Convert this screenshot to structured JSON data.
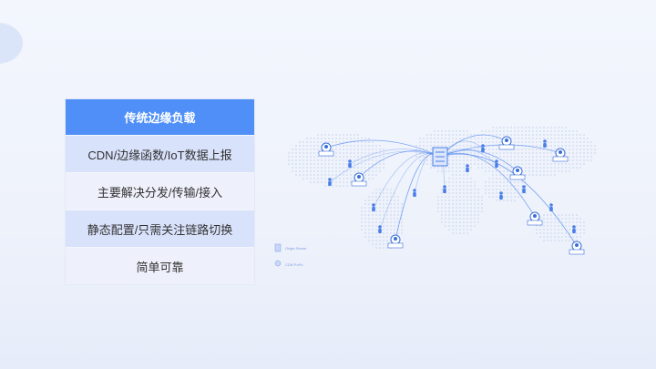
{
  "table": {
    "header": "传统边缘负载",
    "rows": [
      "CDN/边缘函数/IoT数据上报",
      "主要解决分发/传输/接入",
      "静态配置/只需关注链路切换",
      "简单可靠"
    ]
  },
  "legend": {
    "origin": "Origin Server",
    "pops": "CDN PoPs"
  },
  "colors": {
    "header": "#4f8ff7",
    "row_alt": "#d9e2fb",
    "row": "#eef0fb",
    "accent": "#4a7ee8"
  }
}
